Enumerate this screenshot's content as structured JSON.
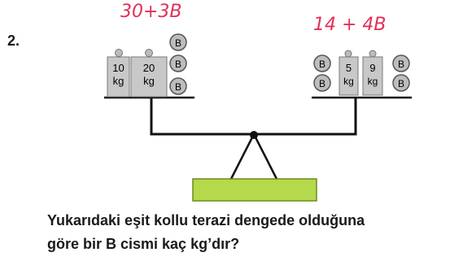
{
  "question_number": "2.",
  "left_pan": {
    "annotation": "30+3B",
    "weights": [
      {
        "value": "10",
        "unit": "kg"
      },
      {
        "value": "20",
        "unit": "kg"
      }
    ],
    "balls": [
      "B",
      "B",
      "B"
    ]
  },
  "right_pan": {
    "annotation": "14 + 4B",
    "weights": [
      {
        "value": "5",
        "unit": "kg"
      },
      {
        "value": "9",
        "unit": "kg"
      }
    ],
    "balls": [
      "B",
      "B",
      "B",
      "B"
    ]
  },
  "question_text": {
    "line1": "Yukarıdaki eşit kollu terazi dengede olduğuna",
    "line2": "göre bir B cismi kaç kg’dır?"
  },
  "colors": {
    "weight_fill": "#c8c8c8",
    "ball_fill": "#bdbdbd",
    "base_fill": "#b5d94a",
    "annotation": "#e0305a"
  }
}
